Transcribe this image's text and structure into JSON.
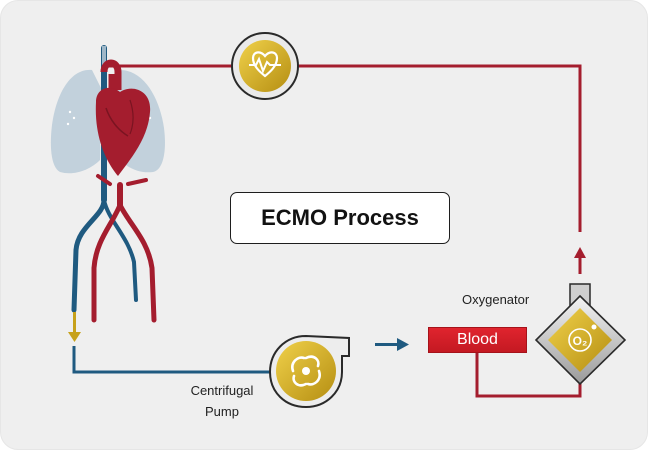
{
  "diagram": {
    "title": "ECMO Process",
    "oxygenator_label": "Oxygenator",
    "pump_label_line1": "Centrifugal",
    "pump_label_line2": "Pump",
    "blood_label": "Blood",
    "o2_label": "O₂"
  },
  "colors": {
    "arterial_red": "#a41d2e",
    "venous_blue": "#1f5a80",
    "gold": "#d9b21a",
    "lung": "#c2d1dc",
    "background": "#efefef"
  },
  "icons": [
    "heart-monitor-icon",
    "pump-swirl-icon",
    "oxygen-icon",
    "lungs-icon",
    "heart-icon"
  ]
}
